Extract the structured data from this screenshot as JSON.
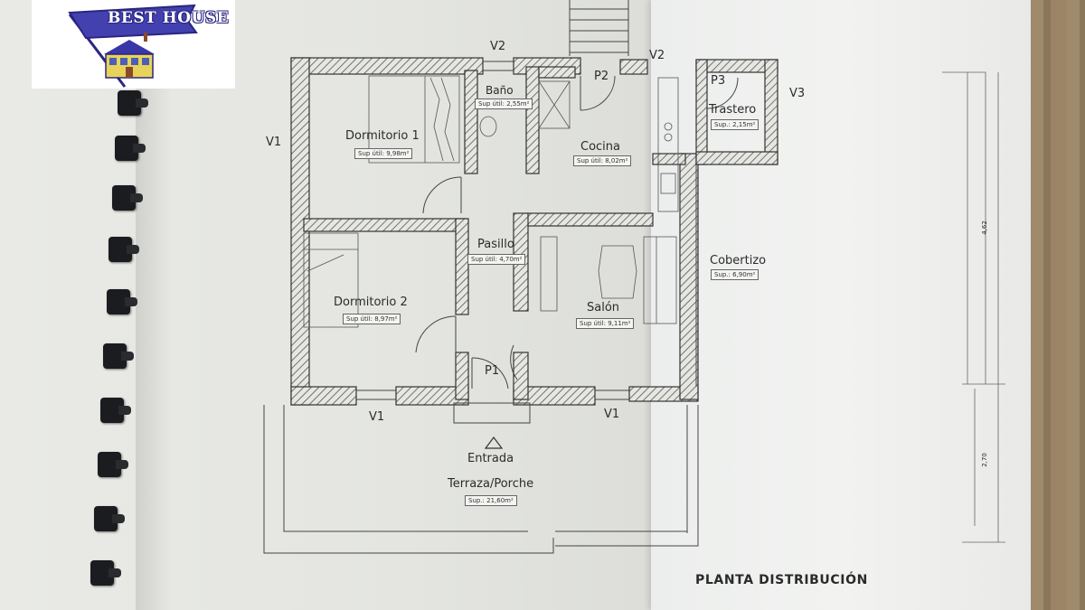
{
  "logo": {
    "text": "BEST HOUSE",
    "flag_color": "#3a36a8",
    "text_color": "#ffffff"
  },
  "plan": {
    "title": "PLANTA DISTRIBUCIÓN",
    "rooms": {
      "dormitorio1": {
        "name": "Dormitorio 1",
        "area": "Sup útil: 9,98m²"
      },
      "bano": {
        "name": "Baño",
        "area": "Sup útil: 2,55m²"
      },
      "cocina": {
        "name": "Cocina",
        "area": "Sup útil: 8,02m²"
      },
      "trastero": {
        "name": "Trastero",
        "area": "Sup.: 2,15m²"
      },
      "pasillo": {
        "name": "Pasillo",
        "area": "Sup útil: 4,70m²"
      },
      "cobertizo": {
        "name": "Cobertizo",
        "area": "Sup.: 6,90m²"
      },
      "dormitorio2": {
        "name": "Dormitorio 2",
        "area": "Sup útil: 8,97m²"
      },
      "salon": {
        "name": "Salón",
        "area": "Sup útil: 9,11m²"
      },
      "terraza": {
        "name": "Terraza/Porche",
        "area": "Sup.: 21,60m²"
      }
    },
    "entrance": "Entrada",
    "markers": {
      "v1_left": "V1",
      "v1_bottom_left": "V1",
      "v1_bottom_right": "V1",
      "v2_top": "V2",
      "v2_right": "V2",
      "v3": "V3",
      "p1": "P1",
      "p2": "P2",
      "p3": "P3"
    },
    "side_dims": {
      "upper": "4,62",
      "lower": "2,70"
    }
  }
}
